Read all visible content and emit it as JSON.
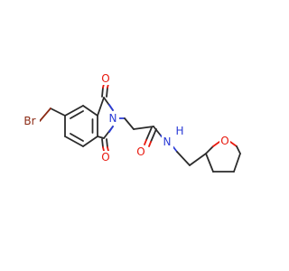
{
  "molecule": {
    "atom_labels": {
      "br": "Br",
      "o_top": "O",
      "o_bottom": "O",
      "n_ring": "N",
      "o_amide": "O",
      "nh": "N",
      "h": "H",
      "o_thf": "O"
    },
    "colors": {
      "bond": "#2b2b2b",
      "oxygen": "#e8190e",
      "nitrogen": "#2a3bd6",
      "bromine": "#8b2a14"
    }
  }
}
